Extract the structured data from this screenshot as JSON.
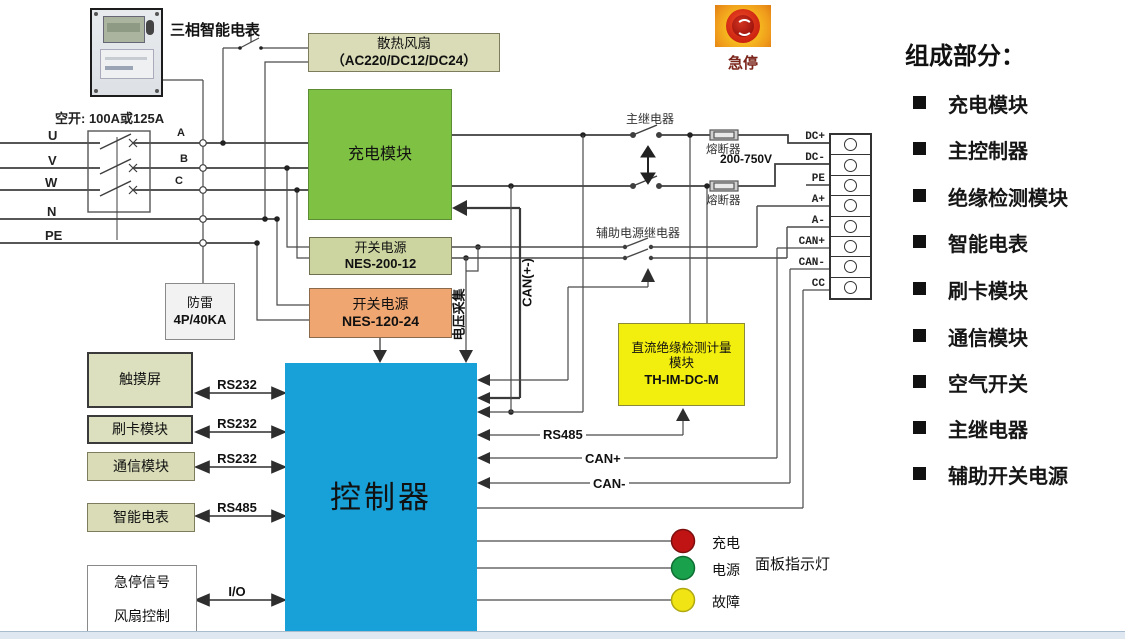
{
  "meter": {
    "label": "三相智能电表"
  },
  "breaker": {
    "label": "空开: 100A或125A",
    "phases": [
      "U",
      "V",
      "W",
      "N",
      "PE"
    ],
    "outputs": [
      "A",
      "B",
      "C"
    ]
  },
  "fan_box": {
    "line1": "散热风扇",
    "line2": "（AC220/DC12/DC24）"
  },
  "charge_module": {
    "label": "充电模块"
  },
  "psu1": {
    "line1": "开关电源",
    "line2": "NES-200-12"
  },
  "psu2": {
    "line1": "开关电源",
    "line2": "NES-120-24"
  },
  "surge": {
    "line1": "防雷",
    "line2": "4P/40KA"
  },
  "left_modules": {
    "touch": "触摸屏",
    "card": "刷卡模块",
    "comm": "通信模块",
    "meter": "智能电表",
    "estop_line1": "急停信号",
    "estop_line2": "风扇控制"
  },
  "left_links": [
    "RS232",
    "RS232",
    "RS232",
    "RS485",
    "I/O"
  ],
  "controller": {
    "label": "控制器"
  },
  "insulation_module": {
    "line1": "直流绝缘检测计量",
    "line2": "模块",
    "line3": "TH-IM-DC-M"
  },
  "relays": {
    "main": "主继电器",
    "aux": "辅助电源继电器"
  },
  "fuse": {
    "label1": "熔断器",
    "label2": "熔断器",
    "rating": "200-750V"
  },
  "terminal_block": {
    "labels": [
      "DC+",
      "DC-",
      "PE",
      "A+",
      "A-",
      "CAN+",
      "CAN-",
      "CC"
    ]
  },
  "wire_labels": {
    "voltage_sense": "电压采集",
    "can_pm": "CAN(+-)",
    "rs485": "RS485",
    "can_p": "CAN+",
    "can_n": "CAN-"
  },
  "estop": {
    "label": "急停"
  },
  "indicators": {
    "panel_label": "面板指示灯",
    "items": [
      {
        "label": "充电",
        "color": "#c01414"
      },
      {
        "label": "电源",
        "color": "#1aa14c"
      },
      {
        "label": "故障",
        "color": "#f0e414"
      }
    ]
  },
  "right_panel": {
    "title": "组成部分：",
    "items": [
      "充电模块",
      "主控制器",
      "绝缘检测模块",
      "智能电表",
      "刷卡模块",
      "通信模块",
      "空气开关",
      "主继电器",
      "辅助开关电源"
    ]
  },
  "colors": {
    "charge_module": "#7ec143",
    "controller": "#18a0d8",
    "psu2_orange": "#f0a670",
    "insulation_yellow": "#f2ee0e",
    "panel_olive": "#d9dcb6",
    "estop_red": "#d93018"
  }
}
